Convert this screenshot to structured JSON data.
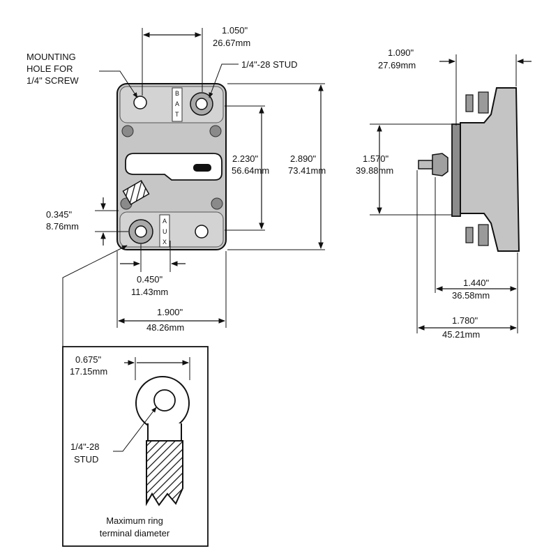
{
  "front_view": {
    "mounting_hole_label": [
      "MOUNTING",
      "HOLE FOR",
      "1/4\" SCREW"
    ],
    "stud_label": "1/4\"-28 STUD",
    "terminal_bat_letters": [
      "B",
      "A",
      "T"
    ],
    "terminal_aux_letters": [
      "A",
      "U",
      "X"
    ],
    "dim_stud_spacing": {
      "inch": "1.050\"",
      "mm": "26.67mm"
    },
    "dim_inner_height": {
      "inch": "2.230\"",
      "mm": "56.64mm"
    },
    "dim_overall_height": {
      "inch": "2.890\"",
      "mm": "73.41mm"
    },
    "dim_hole_offset": {
      "inch": "0.345\"",
      "mm": "8.76mm"
    },
    "dim_hole_inset": {
      "inch": "0.450\"",
      "mm": "11.43mm"
    },
    "dim_width": {
      "inch": "1.900\"",
      "mm": "48.26mm"
    }
  },
  "side_view": {
    "dim_top_depth": {
      "inch": "1.090\"",
      "mm": "27.69mm"
    },
    "dim_plate_height": {
      "inch": "1.570\"",
      "mm": "39.88mm"
    },
    "dim_base_depth": {
      "inch": "1.440\"",
      "mm": "36.58mm"
    },
    "dim_overall_depth": {
      "inch": "1.780\"",
      "mm": "45.21mm"
    }
  },
  "detail_inset": {
    "dim_ring_diameter": {
      "inch": "0.675\"",
      "mm": "17.15mm"
    },
    "stud_label": [
      "1/4\"-28",
      "STUD"
    ],
    "caption": [
      "Maximum ring",
      "terminal diameter"
    ]
  },
  "colors": {
    "body_fill": "#c6c6c6",
    "body_dark": "#7a7a7a",
    "stroke": "#111111",
    "background": "#ffffff"
  }
}
